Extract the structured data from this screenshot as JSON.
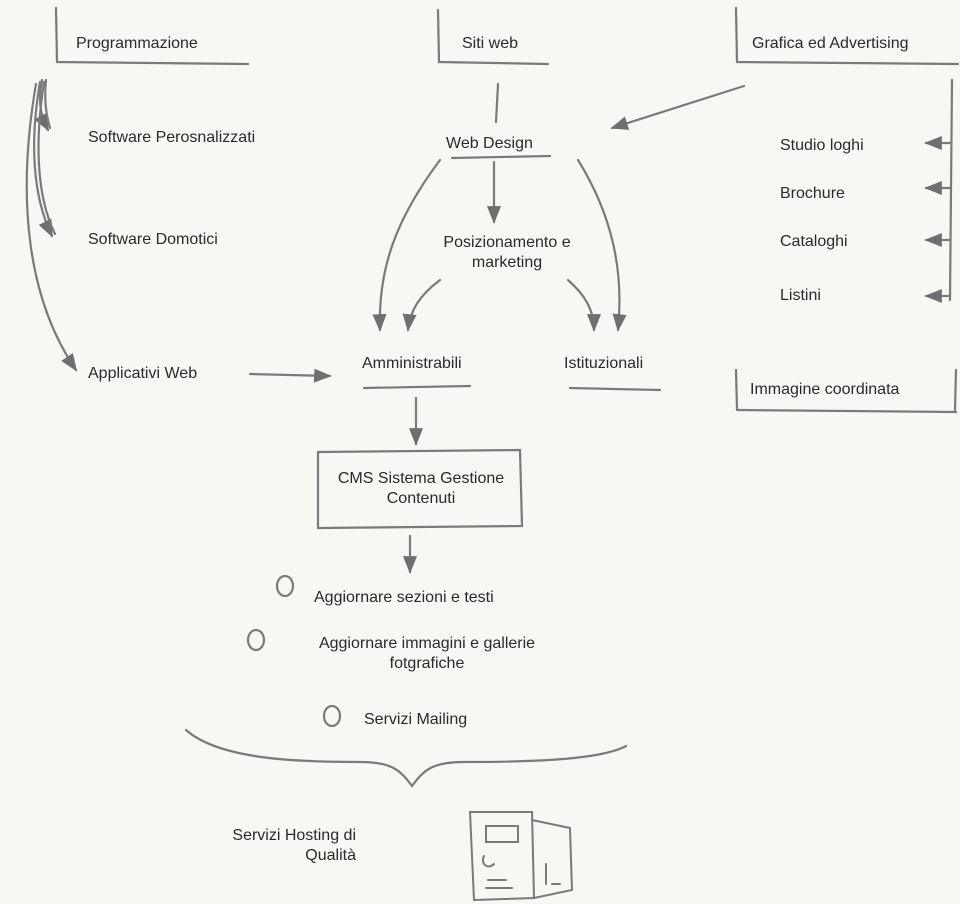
{
  "categories": {
    "programmazione": "Programmazione",
    "siti_web": "Siti web",
    "grafica": "Grafica ed Advertising"
  },
  "programmazione_items": [
    "Software Perosnalizzati",
    "Software Domotici",
    "Applicativi Web"
  ],
  "web": {
    "web_design": "Web Design",
    "posizionamento": "Posizionamento e marketing",
    "amministrabili": "Amministrabili",
    "istituzionali": "Istituzionali",
    "cms": "CMS Sistema Gestione Contenuti"
  },
  "grafica_items": [
    "Studio loghi",
    "Brochure",
    "Cataloghi",
    "Listini"
  ],
  "immagine": "Immagine coordinata",
  "cms_features": [
    "Aggiornare sezioni e testi",
    "Aggiornare immagini e gallerie fotgrafiche",
    "Servizi Mailing"
  ],
  "hosting": "Servizi Hosting di Qualità",
  "colors": {
    "paper": "#f7f7f4",
    "pencil": "#777777",
    "text": "#2a2a2a"
  }
}
